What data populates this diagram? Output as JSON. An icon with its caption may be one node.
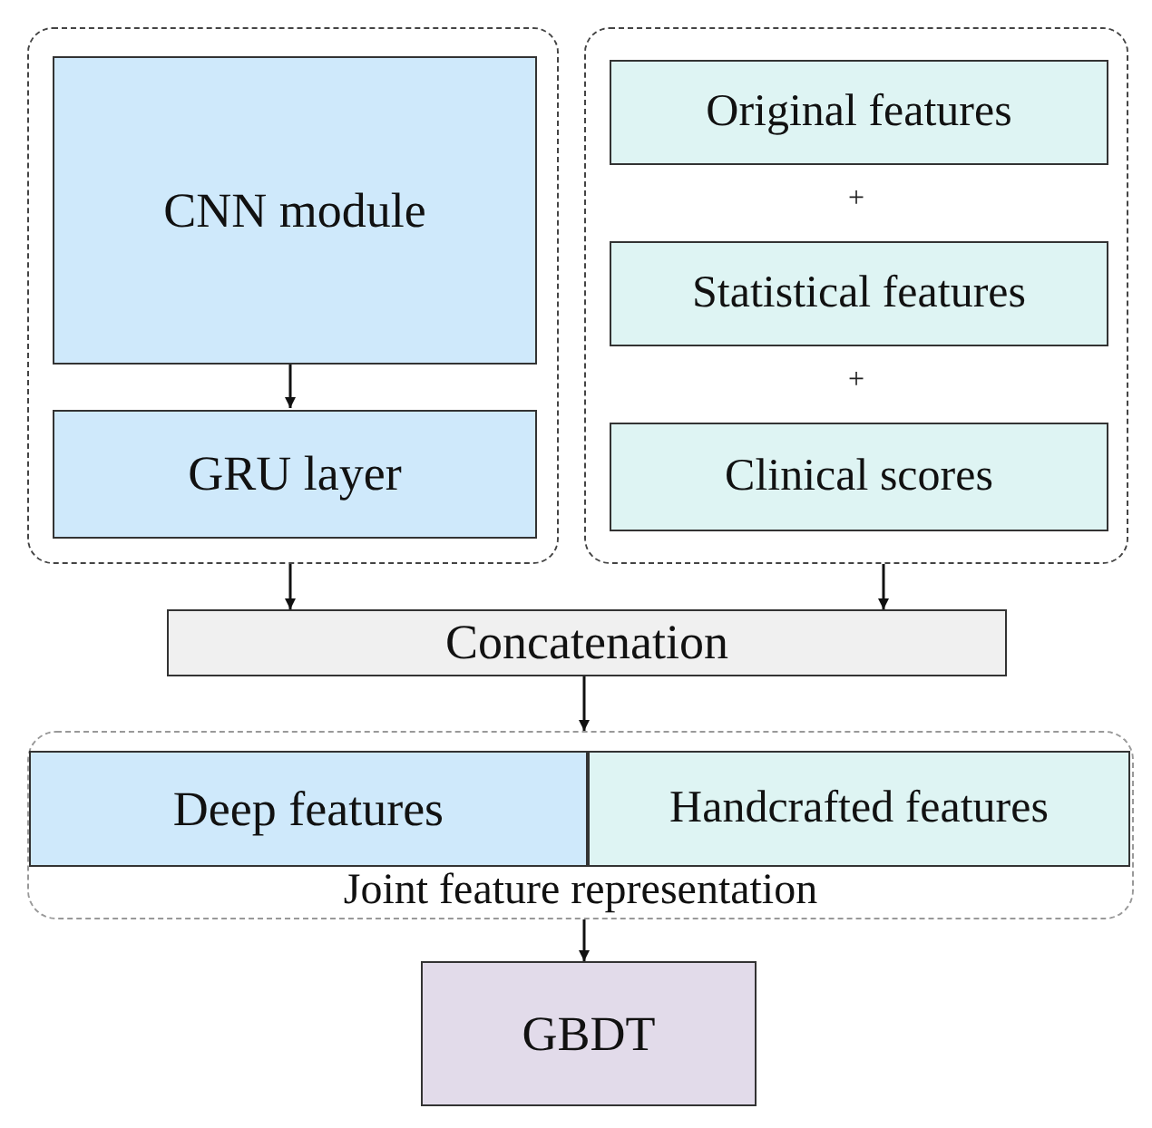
{
  "diagram": {
    "nodes": [
      {
        "text": [],
        "shape": "box"
      },
      {
        "text": [
          "CNN module"
        ],
        "in": 0
      },
      {
        "text": [
          "GRU layer"
        ],
        "in": 0
      },
      {
        "text": [],
        "shape": "box"
      },
      {
        "text": [
          "Original features"
        ],
        "in": 3
      },
      {
        "text": [
          "Statistical features"
        ],
        "in": 3
      },
      {
        "text": [
          "Clinical scores"
        ],
        "in": 3
      },
      {
        "text": [
          "Concatenation"
        ]
      },
      {
        "text": [
          "Joint feature representation"
        ]
      },
      {
        "text": [
          "Deep features"
        ],
        "in": 8
      },
      {
        "text": [
          "Handcrafted features"
        ],
        "in": 8
      },
      {
        "text": [
          "GBDT"
        ]
      }
    ],
    "edges": [
      {
        "from": 1,
        "to": 2,
        "arrow": "to"
      },
      {
        "from": 0,
        "to": 7,
        "arrow": "to"
      },
      {
        "from": 3,
        "to": 7,
        "arrow": "to"
      },
      {
        "from": 7,
        "to": 8,
        "arrow": "to"
      },
      {
        "from": 8,
        "to": 11,
        "arrow": "to"
      }
    ],
    "labels": [
      "+",
      "+"
    ]
  }
}
